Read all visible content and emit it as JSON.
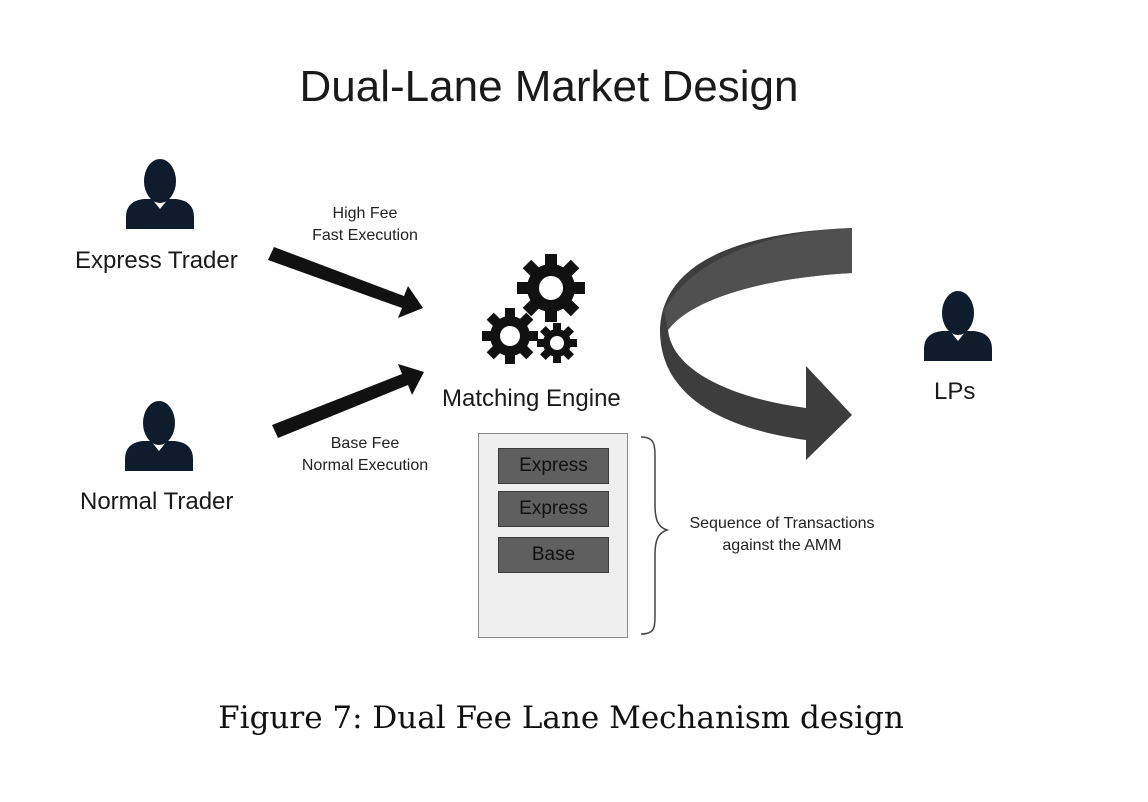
{
  "diagram": {
    "title": "Dual-Lane Market Design",
    "actors": {
      "express_trader": "Express Trader",
      "normal_trader": "Normal Trader",
      "lps": "LPs"
    },
    "arrows": {
      "high_fee_line1": "High Fee",
      "high_fee_line2": "Fast Execution",
      "base_fee_line1": "Base Fee",
      "base_fee_line2": "Normal Execution"
    },
    "engine_label": "Matching Engine",
    "queue": [
      "Express",
      "Express",
      "Base"
    ],
    "brace_label_line1": "Sequence of Transactions",
    "brace_label_line2": "against the AMM",
    "colors": {
      "person": "#0f1c2b",
      "arrow": "#111111",
      "curved_arrow": "#3d3d3d",
      "queue_item": "#5f5f5f",
      "queue_bg": "#efefef"
    }
  },
  "caption": "Figure 7: Dual Fee Lane Mechanism design"
}
